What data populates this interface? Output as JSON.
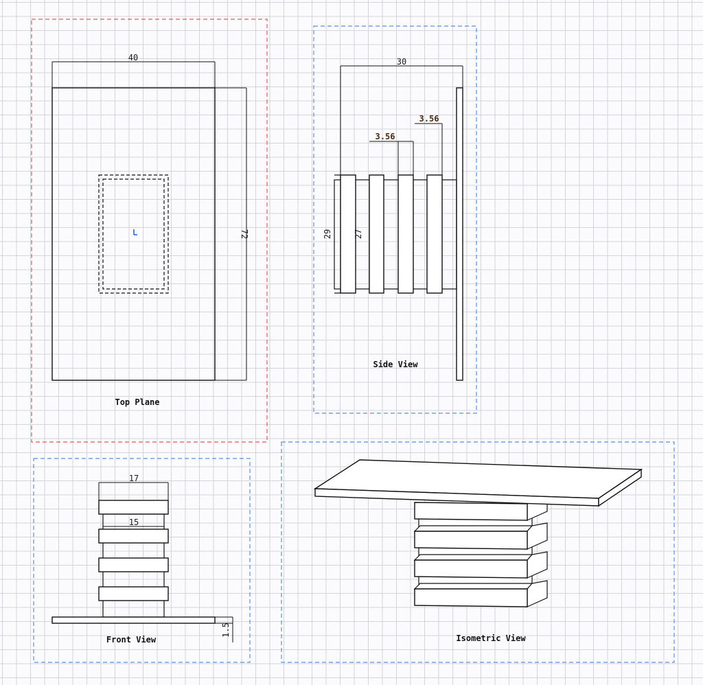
{
  "colors": {
    "primary_frame": "#e05a5a",
    "view_frame": "#5a8fdc",
    "line": "#111111",
    "origin_marker": "#1f4fbf",
    "grid": "#d4d4dc"
  },
  "top_plane": {
    "caption": "Top Plane",
    "dim_width": "40",
    "dim_length": "72"
  },
  "side_view": {
    "caption": "Side View",
    "dim_width": "30",
    "dim_gap_a": "3.56",
    "dim_gap_b": "3.56",
    "dim_outer_height": "29",
    "dim_inner_height": "27"
  },
  "front_view": {
    "caption": "Front View",
    "dim_top": "17",
    "dim_inner": "15",
    "dim_thickness": "1.5"
  },
  "isometric_view": {
    "caption": "Isometric View"
  }
}
